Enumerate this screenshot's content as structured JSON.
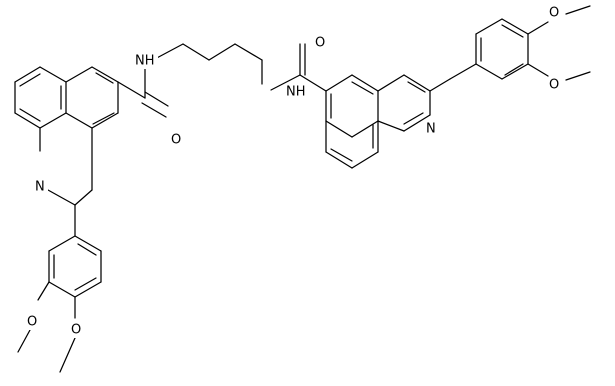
{
  "diagram": {
    "type": "chemical-structure",
    "atom_labels": {
      "nh_left": "NH",
      "nh_right": "NH",
      "o_carbonyl_left": "O",
      "o_carbonyl_right": "O",
      "n_quinoline_left": "N",
      "n_quinoline_right": "N",
      "o_methoxy_left_1": "O",
      "o_methoxy_left_2": "O",
      "o_methoxy_right_1": "O",
      "o_methoxy_right_2": "O"
    },
    "colors": {
      "bond": "#000000",
      "background": "#ffffff"
    }
  }
}
